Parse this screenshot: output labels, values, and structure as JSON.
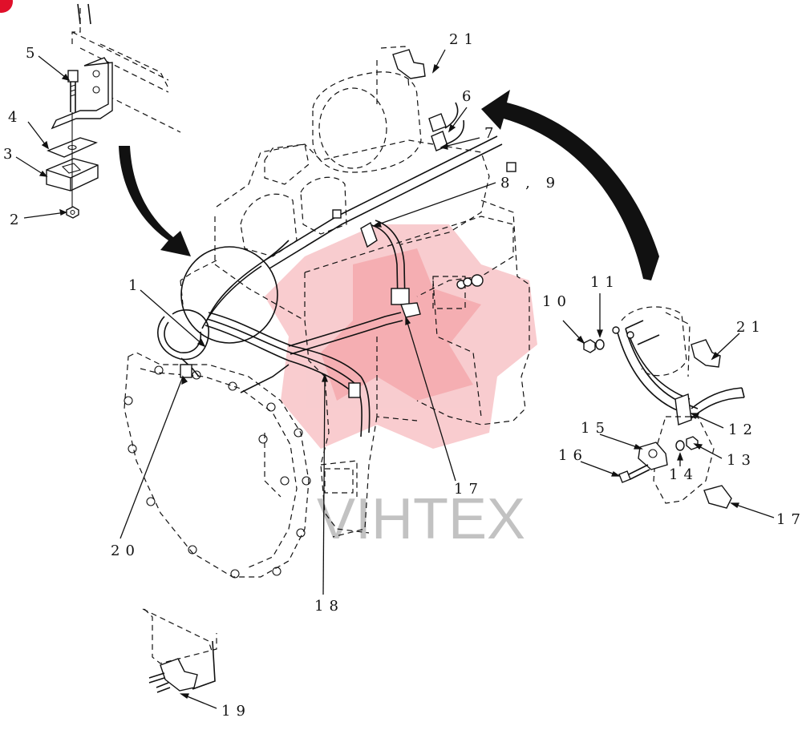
{
  "diagram": {
    "callouts": {
      "c1": "1",
      "c2": "2",
      "c3": "3",
      "c4": "4",
      "c5": "5",
      "c6": "6",
      "c7": "7",
      "c89": "8 , 9",
      "c10": "10",
      "c11": "11",
      "c12": "12",
      "c13": "13",
      "c14": "14",
      "c15": "15",
      "c16": "16",
      "c17a": "17",
      "c17b": "17",
      "c18": "18",
      "c19": "19",
      "c20": "20",
      "c21a": "21",
      "c21b": "21"
    },
    "watermark": "VIHTEX",
    "colors": {
      "ink": "#111111",
      "watermark": "#e8474f",
      "watermark_text": "#9a9a9a",
      "corner_badge": "#e0102a"
    }
  }
}
